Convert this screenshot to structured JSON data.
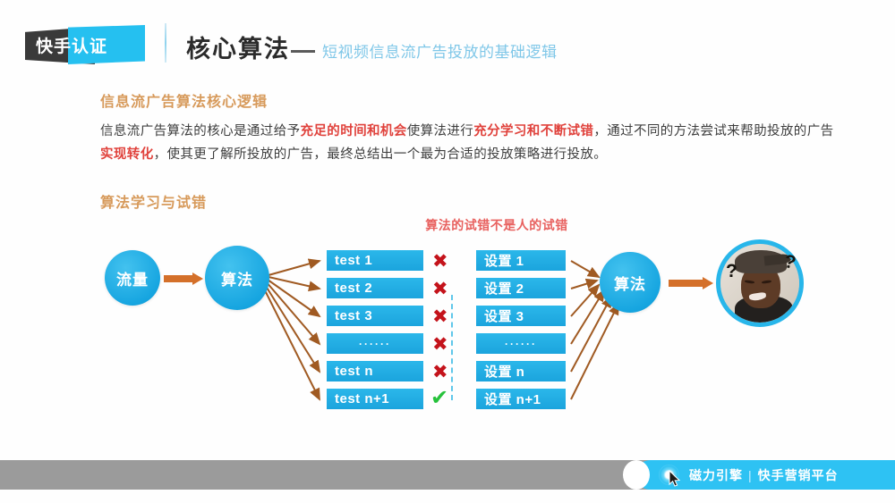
{
  "header": {
    "logo_text": "快手认证",
    "title": "核心算法",
    "dash": "——",
    "subtitle": "短视频信息流广告投放的基础逻辑"
  },
  "content": {
    "section_1_heading": "信息流广告算法核心逻辑",
    "paragraph": {
      "p1": "信息流广告算法的核心是通过给予",
      "h1": "充足的时间和机会",
      "p2": "使算法进行",
      "h2": "充分学习和不断试错",
      "p3": "，通过不同的方法尝试来帮助投放的广告",
      "h3": "实现转化",
      "p4": "，使其更了解所投放的广告，最终总结出一个最为合适的投放策略进行投放。"
    },
    "section_2_heading": "算法学习与试错"
  },
  "diagram": {
    "title": "算法的试错不是人的试错",
    "node_traffic": "流量",
    "node_algorithm_left": "算法",
    "node_algorithm_right": "算法",
    "test_column": [
      {
        "label": "test 1",
        "mark": "x"
      },
      {
        "label": "test 2",
        "mark": "x"
      },
      {
        "label": "test 3",
        "mark": "x"
      },
      {
        "label": "······",
        "mark": "x"
      },
      {
        "label": "test n",
        "mark": "x"
      },
      {
        "label": "test n+1",
        "mark": "check"
      }
    ],
    "setting_column": [
      {
        "label": "设置 1"
      },
      {
        "label": "设置 2"
      },
      {
        "label": "设置 3"
      },
      {
        "label": "······"
      },
      {
        "label": "设置 n"
      },
      {
        "label": "设置 n+1"
      }
    ],
    "mark_x": "✖",
    "mark_check": "✔",
    "question_mark_left": "?",
    "question_mark_right": "?"
  },
  "footer": {
    "brand": "磁力引擎",
    "separator": "|",
    "platform": "快手营销平台"
  },
  "colors": {
    "accent_cyan": "#28b6ea",
    "accent_orange": "#d4702a",
    "heading_orange": "#d79a5b",
    "highlight_red": "#e0423c",
    "mark_x_red": "#c4131b",
    "mark_check_green": "#27c23c",
    "footer_gray": "#9b9b9b",
    "subtitle_blue": "#7fc7e8"
  }
}
